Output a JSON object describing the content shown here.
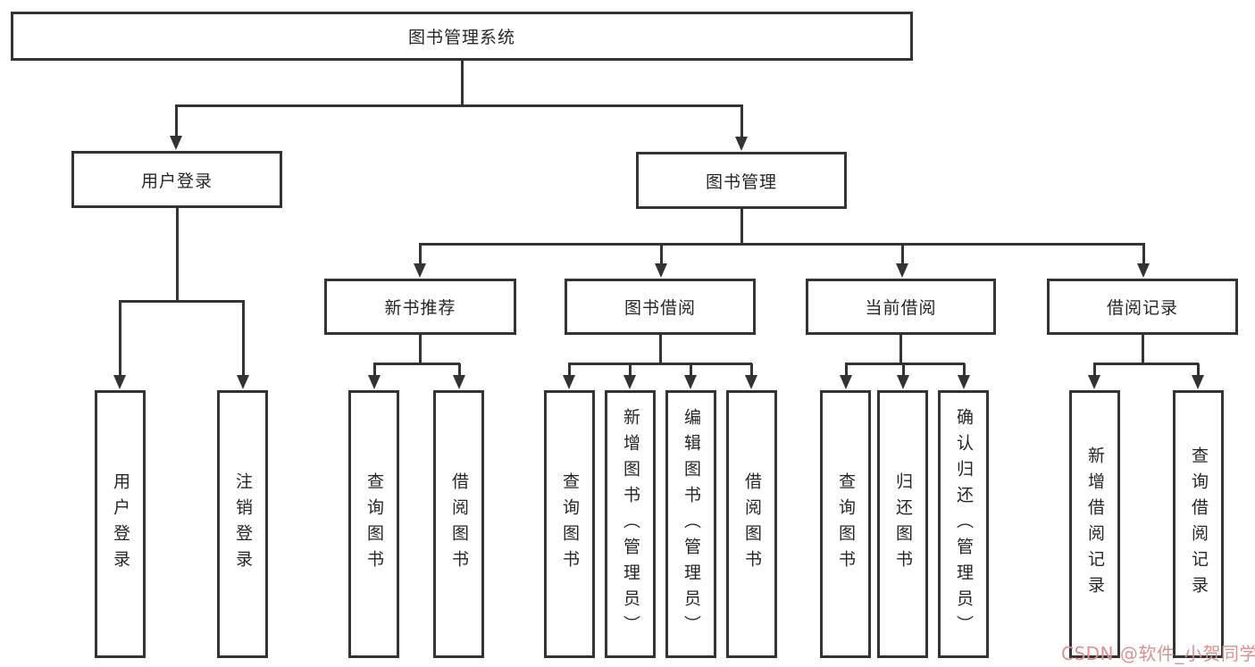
{
  "tree": {
    "root": {
      "label": "图书管理系统"
    },
    "branches": [
      {
        "label": "用户登录",
        "children": [
          {
            "label": "用户登录"
          },
          {
            "label": "注销登录"
          }
        ]
      },
      {
        "label": "图书管理",
        "children": [
          {
            "label": "新书推荐",
            "children": [
              {
                "label": "查询图书"
              },
              {
                "label": "借阅图书"
              }
            ]
          },
          {
            "label": "图书借阅",
            "children": [
              {
                "label": "查询图书"
              },
              {
                "label": "新增图书（管理员）"
              },
              {
                "label": "编辑图书（管理员）"
              },
              {
                "label": "借阅图书"
              }
            ]
          },
          {
            "label": "当前借阅",
            "children": [
              {
                "label": "查询图书"
              },
              {
                "label": "归还图书"
              },
              {
                "label": "确认归还（管理员）"
              }
            ]
          },
          {
            "label": "借阅记录",
            "children": [
              {
                "label": "新增借阅记录"
              },
              {
                "label": "查询借阅记录"
              }
            ]
          }
        ]
      }
    ]
  },
  "watermark": "CSDN @软件_小贺同学",
  "colors": {
    "line": "#333333",
    "text": "#262626",
    "watermark": "#de8f8f",
    "background": "#ffffff"
  }
}
